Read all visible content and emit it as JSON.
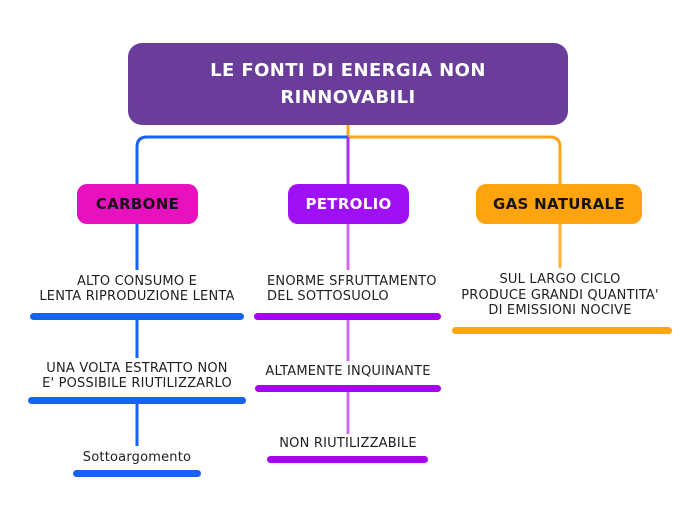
{
  "diagram": {
    "type": "mind-map",
    "background": "#ffffff",
    "root": {
      "label": "LE FONTI DI ENERGIA NON\nRINNOVABILI",
      "fill": "#6a3d9a",
      "text_color": "#ffffff"
    },
    "branches": [
      {
        "label": "CARBONE",
        "fill": "#e712be",
        "text_color": "#141414",
        "line_color": "#1663f2",
        "children": [
          {
            "text": "ALTO CONSUMO E\nLENTA RIPRODUZIONE LENTA"
          },
          {
            "text": "UNA VOLTA ESTRATTO NON\nE' POSSIBILE RIUTILIZZARLO"
          },
          {
            "text": "Sottoargomento"
          }
        ]
      },
      {
        "label": "PETROLIO",
        "fill": "#a010f5",
        "text_color": "#ffffff",
        "line_color": "#a503f0",
        "connector_color": "#cf6bf2",
        "children": [
          {
            "text": "ENORME SFRUTTAMENTO\nDEL SOTTOSUOLO"
          },
          {
            "text": "ALTAMENTE INQUINANTE"
          },
          {
            "text": "NON RIUTILIZZABILE"
          }
        ]
      },
      {
        "label": "GAS NATURALE",
        "fill": "#ffa40e",
        "text_color": "#141414",
        "line_color": "#ffa413",
        "children": [
          {
            "text": "SUL LARGO CICLO\nPRODUCE GRANDI QUANTITA'\nDI EMISSIONI NOCIVE"
          }
        ]
      }
    ]
  }
}
